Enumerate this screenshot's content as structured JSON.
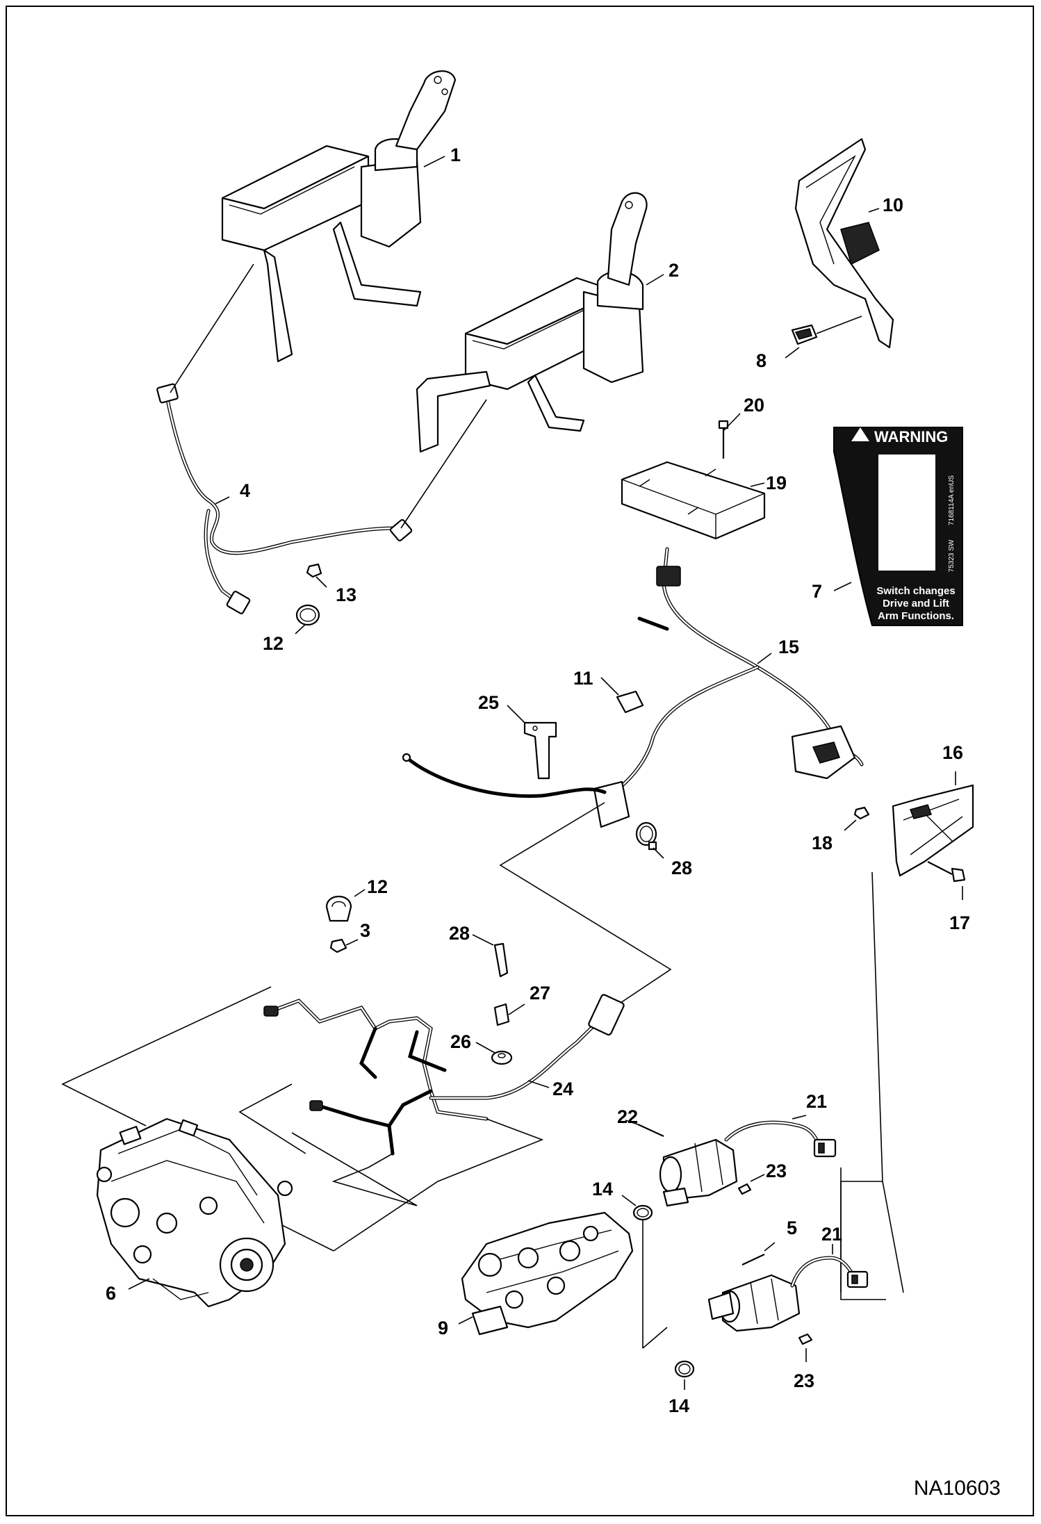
{
  "callouts": [
    {
      "id": "c1",
      "text": "1"
    },
    {
      "id": "c2",
      "text": "2"
    },
    {
      "id": "c3",
      "text": "3"
    },
    {
      "id": "c4",
      "text": "4"
    },
    {
      "id": "c5",
      "text": "5"
    },
    {
      "id": "c6",
      "text": "6"
    },
    {
      "id": "c7",
      "text": "7"
    },
    {
      "id": "c8",
      "text": "8"
    },
    {
      "id": "c9",
      "text": "9"
    },
    {
      "id": "c10",
      "text": "10"
    },
    {
      "id": "c11",
      "text": "11"
    },
    {
      "id": "c12a",
      "text": "12"
    },
    {
      "id": "c12b",
      "text": "12"
    },
    {
      "id": "c13",
      "text": "13"
    },
    {
      "id": "c14a",
      "text": "14"
    },
    {
      "id": "c14b",
      "text": "14"
    },
    {
      "id": "c15",
      "text": "15"
    },
    {
      "id": "c16",
      "text": "16"
    },
    {
      "id": "c17",
      "text": "17"
    },
    {
      "id": "c18",
      "text": "18"
    },
    {
      "id": "c19",
      "text": "19"
    },
    {
      "id": "c20",
      "text": "20"
    },
    {
      "id": "c21a",
      "text": "21"
    },
    {
      "id": "c21b",
      "text": "21"
    },
    {
      "id": "c22",
      "text": "22"
    },
    {
      "id": "c23a",
      "text": "23"
    },
    {
      "id": "c23b",
      "text": "23"
    },
    {
      "id": "c24",
      "text": "24"
    },
    {
      "id": "c25",
      "text": "25"
    },
    {
      "id": "c26",
      "text": "26"
    },
    {
      "id": "c27",
      "text": "27"
    },
    {
      "id": "c28a",
      "text": "28"
    },
    {
      "id": "c28b",
      "text": "28"
    }
  ],
  "decal": {
    "header": "WARNING",
    "body_lines": [
      "Switch changes",
      "Drive and Lift",
      "Arm Functions."
    ],
    "side_code_1": "7168114A enUS",
    "side_code_2": "75323 SW"
  },
  "figure_ref": "NA10603"
}
